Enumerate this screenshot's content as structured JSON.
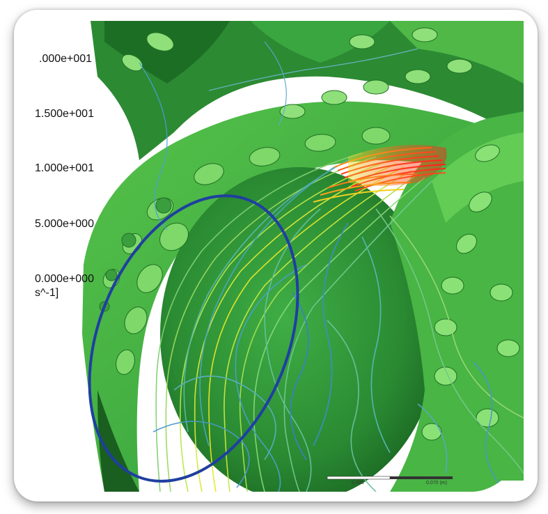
{
  "legend": {
    "values": [
      ".000e+001",
      "1.500e+001",
      "1.000e+001",
      "5.000e+000",
      "0.000e+000"
    ],
    "unit": "s^-1]"
  },
  "scale_bar": {
    "left_label": "0.035",
    "right_label": "0.070 (m)"
  },
  "colors": {
    "body_green": "#2f9a3a",
    "body_light": "#5fc84f",
    "body_dark": "#1a6b22",
    "streamline_red": "#ff2a1a",
    "streamline_yellow": "#e6e82a",
    "streamline_blue": "#3a8fd0",
    "ellipse": "#1f3fa0"
  }
}
